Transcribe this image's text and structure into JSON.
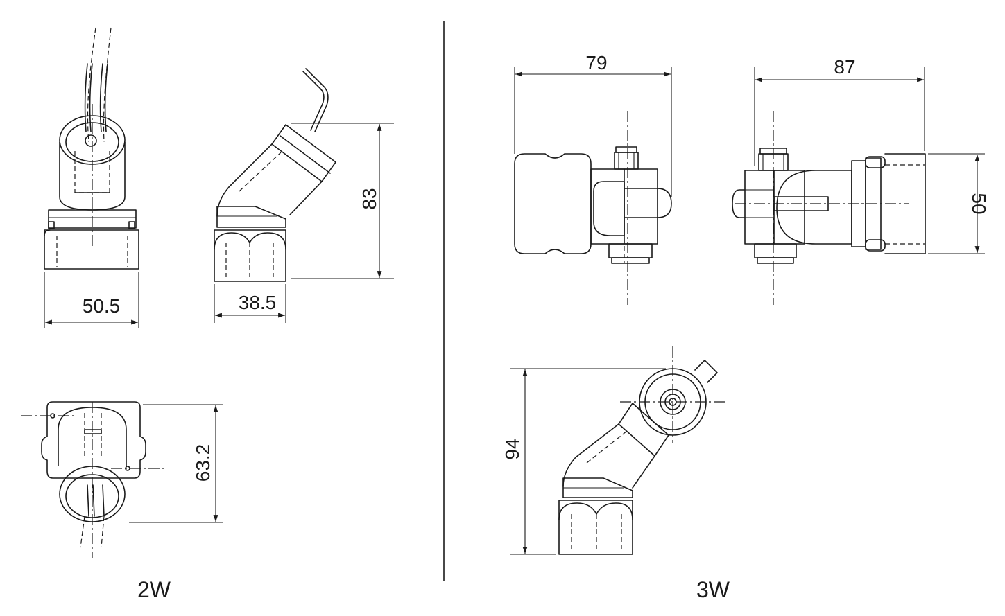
{
  "dimensions": {
    "w2_front_width": "50.5",
    "w2_side_width": "38.5",
    "w2_height": "83",
    "w2_bottom_height": "63.2",
    "w3_front_width": "79",
    "w3_side_width": "87",
    "w3_side_height": "50",
    "w3_height": "94"
  },
  "labels": {
    "left_variant": "2W",
    "right_variant": "3W"
  }
}
